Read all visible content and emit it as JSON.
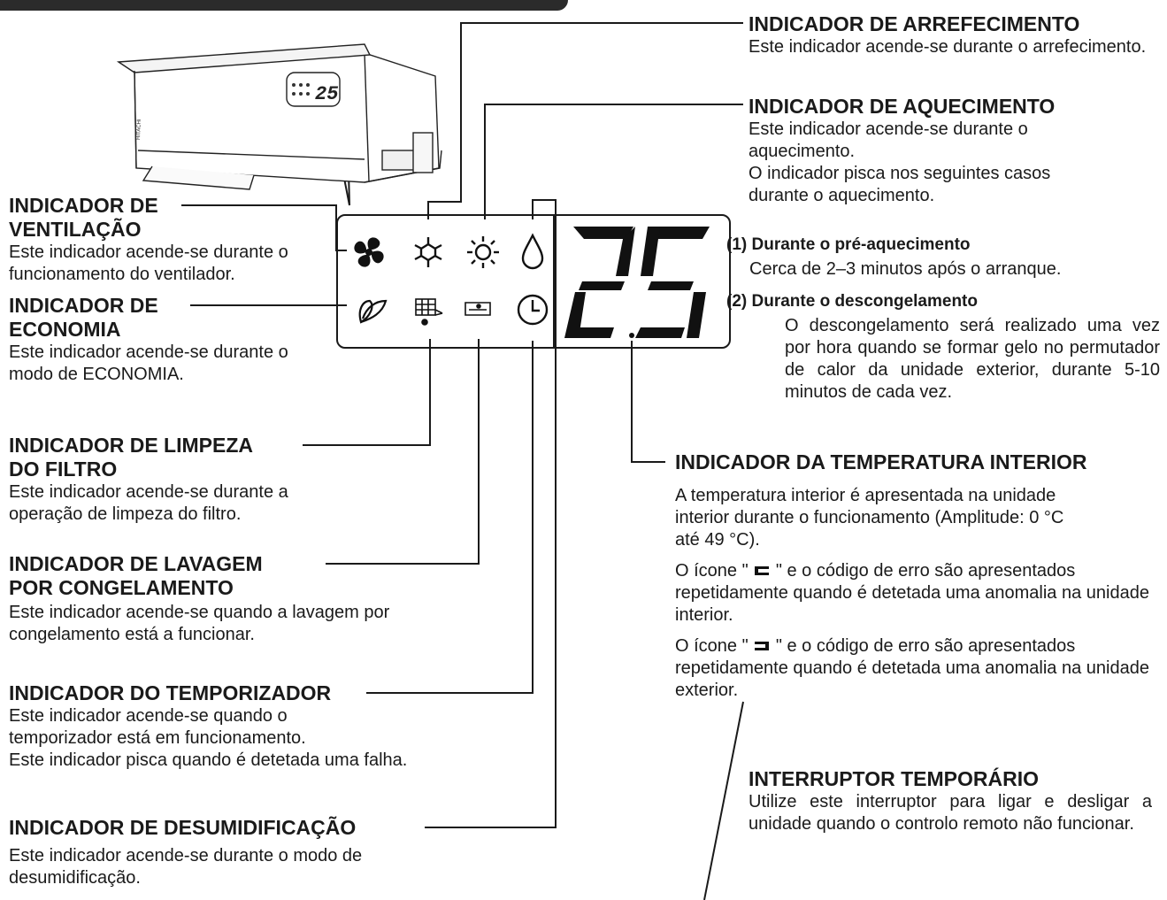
{
  "header_bar": {
    "color": "#2b2b2b"
  },
  "display": {
    "temperature": "25"
  },
  "icons": [
    "fan-icon",
    "cooling-snowflake-icon",
    "heating-sun-icon",
    "dehumidify-drop-icon",
    "economy-leaf-icon",
    "filter-clean-icon",
    "freeze-wash-icon",
    "timer-clock-icon"
  ],
  "sections": {
    "cooling": {
      "title": "INDICADOR DE ARREFECIMENTO",
      "body": "Este indicador acende-se durante o arrefecimento."
    },
    "heating": {
      "title": "INDICADOR DE AQUECIMENTO",
      "body": "Este indicador acende-se durante o aquecimento.",
      "body2": "O indicador pisca nos seguintes casos durante o aquecimento.",
      "case1_title": "(1) Durante o pré-aquecimento",
      "case1_body": "Cerca de 2–3 minutos após o arranque.",
      "case2_title": "(2) Durante o descongelamento",
      "case2_body": "O descongelamento será realizado uma vez por hora quando se formar gelo no permutador de calor da unidade exterior, durante 5-10 minutos de cada vez."
    },
    "ventilation": {
      "title_line1": "INDICADOR DE",
      "title_line2": "VENTILAÇÃO",
      "body": "Este indicador acende-se durante o funcionamento do ventilador."
    },
    "economy": {
      "title_line1": "INDICADOR DE",
      "title_line2": "ECONOMIA",
      "body": "Este indicador acende-se durante o modo de ECONOMIA."
    },
    "filter": {
      "title_line1": "INDICADOR DE LIMPEZA",
      "title_line2": "DO FILTRO",
      "body": "Este indicador acende-se durante a operação de limpeza do filtro."
    },
    "freeze_wash": {
      "title_line1": "INDICADOR DE LAVAGEM",
      "title_line2": "POR CONGELAMENTO",
      "body": "Este indicador acende-se quando a lavagem por congelamento está a funcionar."
    },
    "timer": {
      "title": "INDICADOR DO TEMPORIZADOR",
      "body": "Este indicador acende-se quando o temporizador está em funcionamento.",
      "body2": "Este indicador pisca quando é detetada uma falha."
    },
    "dehumidify": {
      "title": "INDICADOR DE DESUMIDIFICAÇÃO",
      "body": "Este indicador acende-se durante o modo de desumidificação."
    },
    "temperature": {
      "title": "INDICADOR DA TEMPERATURA INTERIOR",
      "body": "A temperatura interior é apresentada na unidade interior durante o funcionamento (Amplitude: 0 °C até 49 °C).",
      "indoor_pre": "O ícone \"",
      "indoor_post": "\" e o código de erro são apresentados repetidamente quando é detetada uma anomalia na unidade interior.",
      "outdoor_pre": "O ícone \"",
      "outdoor_post": "\" e o código de erro são apresentados repetidamente quando é detetada uma anomalia na unidade exterior."
    },
    "temp_switch": {
      "title": "INTERRUPTOR TEMPORÁRIO",
      "body": "Utilize este interruptor para ligar e desligar a unidade quando o controlo remoto não funcionar."
    }
  }
}
